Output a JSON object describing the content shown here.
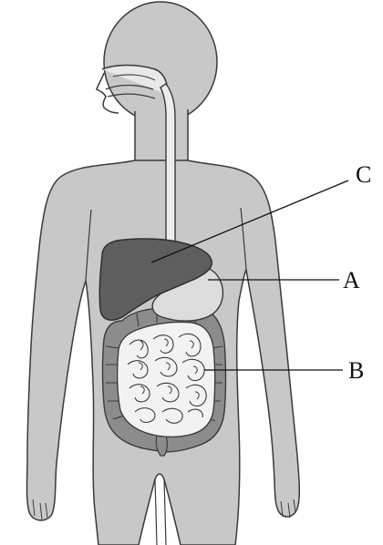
{
  "diagram": {
    "labels": {
      "a": "A",
      "b": "B",
      "c": "C"
    }
  },
  "colors": {
    "background": "#ffffff",
    "body": "#c8c8c8",
    "body_outline": "#3a3a3a",
    "liver": "#5e5e5e",
    "stomach": "#dcdcdc",
    "large_intestine": "#8c8c8c",
    "small_intestine": "#f2f2f2",
    "esophagus": "#ececec",
    "leader_line": "#111111"
  }
}
